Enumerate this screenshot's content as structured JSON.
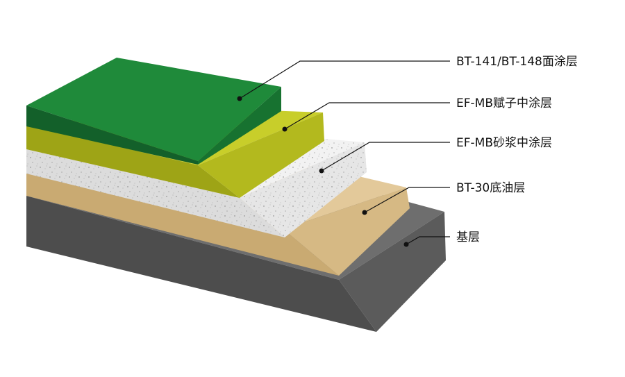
{
  "layers": [
    {
      "id": "topcoat",
      "label": "BT-141/BT-148面涂层",
      "top": "#1f8a3a",
      "side": "#177230",
      "front": "#13602a"
    },
    {
      "id": "putty",
      "label": "EF-MB赋子中涂层",
      "top": "#c8ce2a",
      "side": "#b3b91e",
      "front": "#9ea416"
    },
    {
      "id": "mortar",
      "label": "EF-MB砂浆中涂层",
      "top": "#f2f2f2",
      "side": "#e6e6e6",
      "front": "#dcdcdc"
    },
    {
      "id": "primer",
      "label": "BT-30底油层",
      "top": "#e3c99a",
      "side": "#d6b984",
      "front": "#c9aa72"
    },
    {
      "id": "substrate",
      "label": "基层",
      "top": "#6e6e6e",
      "side": "#5b5b5b",
      "front": "#4d4d4d"
    }
  ],
  "leader_color": "#111111"
}
